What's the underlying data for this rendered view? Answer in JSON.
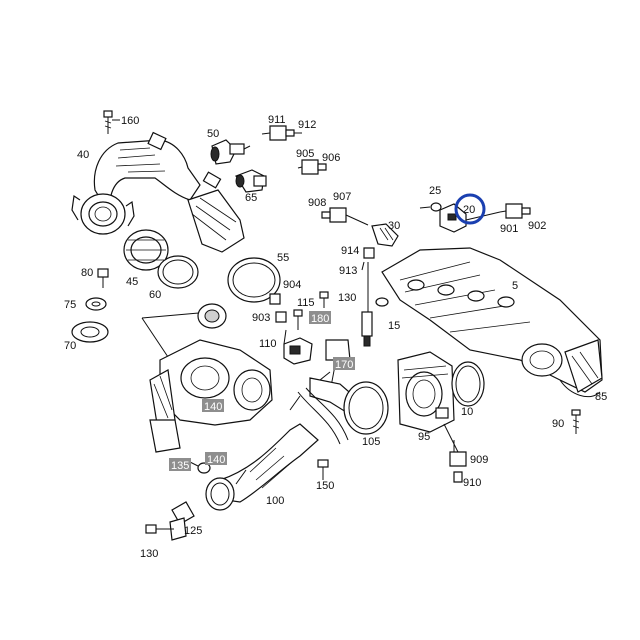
{
  "highlight": {
    "part": "20",
    "color": "#1a3fb0"
  },
  "colors": {
    "line": "#111111",
    "label_box": "#8e8e8e",
    "background": "#ffffff"
  },
  "labels": {
    "p160": "160",
    "p40": "40",
    "p50": "50",
    "p911": "911",
    "p912": "912",
    "p905": "905",
    "p906": "906",
    "p65": "65",
    "p908": "908",
    "p907": "907",
    "p25": "25",
    "p20": "20",
    "p901": "901",
    "p902": "902",
    "p30": "30",
    "p914": "914",
    "p913": "913",
    "p5": "5",
    "p15": "15",
    "p45": "45",
    "p60": "60",
    "p55": "55",
    "p80": "80",
    "p75": "75",
    "p70": "70",
    "p904": "904",
    "p903": "903",
    "p115": "115",
    "p130a": "130",
    "p180": "180",
    "p110": "110",
    "p170": "170",
    "p140a": "140",
    "p140b": "140",
    "p135": "135",
    "p105": "105",
    "p95": "95",
    "p10": "10",
    "p85": "85",
    "p90": "90",
    "p909": "909",
    "p910": "910",
    "p150": "150",
    "p100": "100",
    "p125": "125",
    "p130b": "130"
  }
}
